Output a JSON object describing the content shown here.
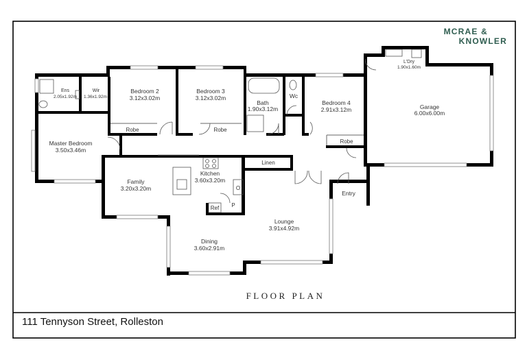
{
  "brand": {
    "line1": "MCRAE &",
    "line2": "KNOWLER"
  },
  "title": "FLOOR PLAN",
  "address": "111 Tennyson Street, Rolleston",
  "colors": {
    "brand": "#2f5d50",
    "walls": "#000000",
    "border": "#000000"
  },
  "rooms": {
    "ensuite": {
      "name": "Ens",
      "size": "2.05x1.92m"
    },
    "wir": {
      "name": "Wir",
      "size": "1.36x1.92m"
    },
    "bedroom2": {
      "name": "Bedroom 2",
      "size": "3.12x3.02m"
    },
    "bedroom3": {
      "name": "Bedroom 3",
      "size": "3.12x3.02m"
    },
    "bath": {
      "name": "Bath",
      "size": "1.90x3.12m"
    },
    "wc": {
      "name": "Wc"
    },
    "bedroom4": {
      "name": "Bedroom 4",
      "size": "2.91x3.12m"
    },
    "laundry": {
      "name": "L'Dry",
      "size": "1.90x1.60m"
    },
    "garage": {
      "name": "Garage",
      "size": "6.00x6.00m"
    },
    "master": {
      "name": "Master Bedroom",
      "size": "3.50x3.46m"
    },
    "family": {
      "name": "Family",
      "size": "3.20x3.20m"
    },
    "kitchen": {
      "name": "Kitchen",
      "size": "3.60x3.20m"
    },
    "lounge": {
      "name": "Lounge",
      "size": "3.91x4.92m"
    },
    "dining": {
      "name": "Dining",
      "size": "3.60x2.91m"
    },
    "entry": {
      "name": "Entry"
    }
  },
  "fixtures": {
    "robe": "Robe",
    "linen": "Linen",
    "ref": "Ref",
    "pantry": "P",
    "oven": "O"
  }
}
